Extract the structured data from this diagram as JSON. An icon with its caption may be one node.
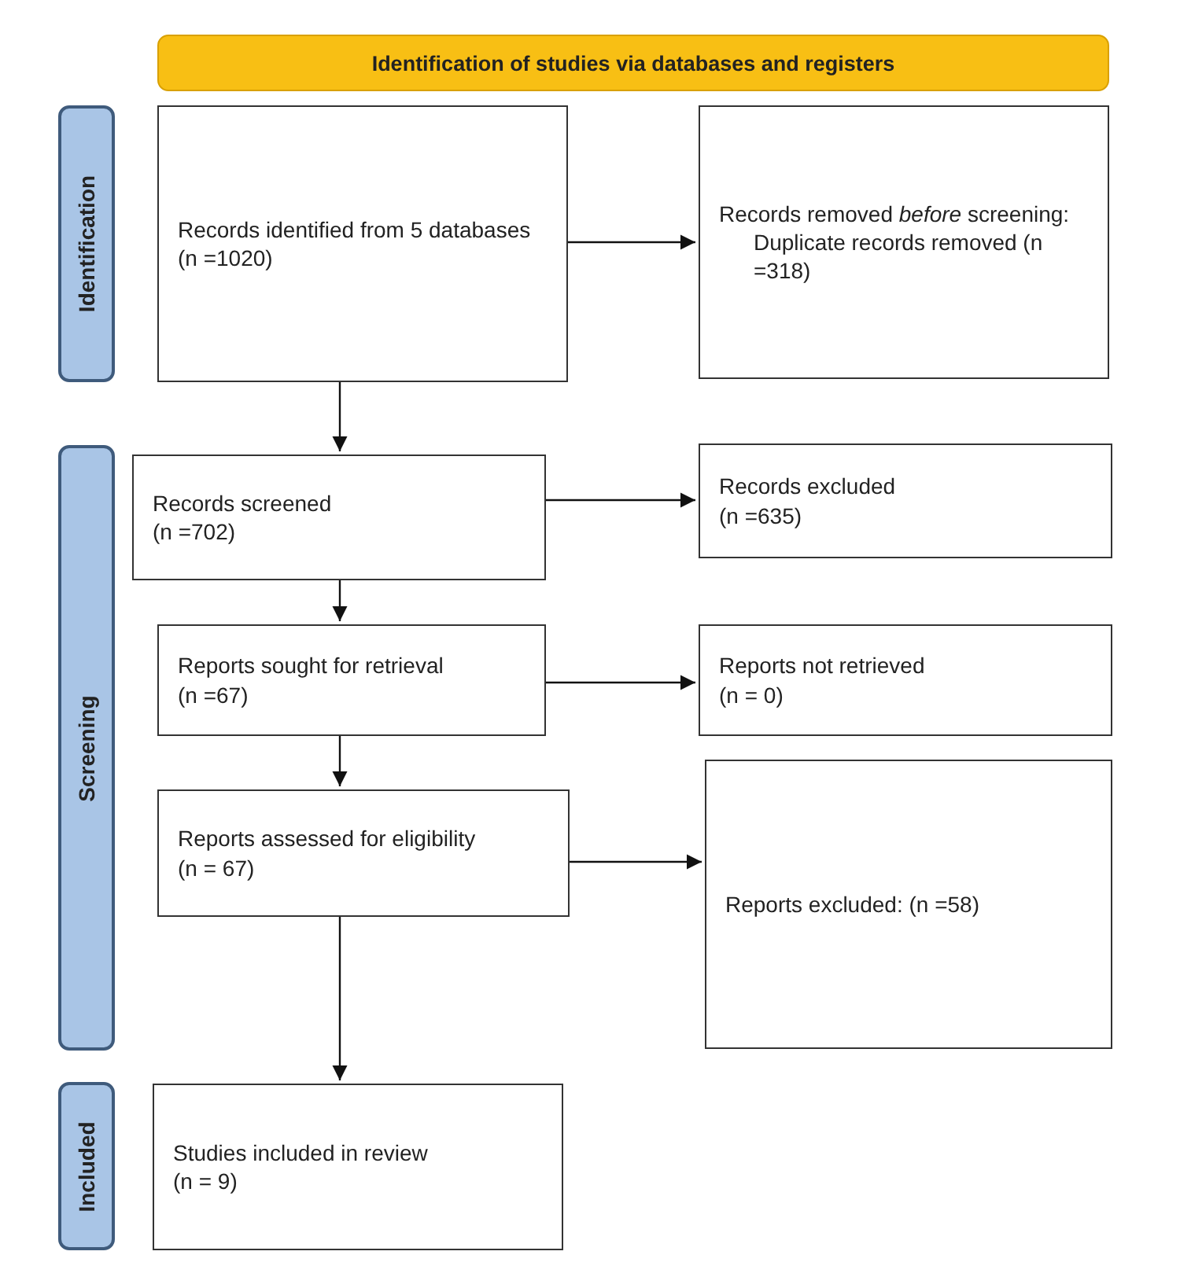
{
  "diagram": {
    "nodes": [
      {
        "text": [
          "Identification of studies via databases and registers"
        ]
      },
      {
        "text": [
          "Identification"
        ]
      },
      {
        "text": [
          "Screening"
        ]
      },
      {
        "text": [
          "Included"
        ]
      },
      {
        "text": [
          "Records identified from 5 databases",
          "(n =1020)"
        ]
      },
      {
        "text": [
          "Records removed *before* screening:",
          "Duplicate records removed (n =318)"
        ]
      },
      {
        "text": [
          "Records screened",
          "(n =702)"
        ]
      },
      {
        "text": [
          "Records excluded",
          "(n =635)"
        ]
      },
      {
        "text": [
          "Reports sought for retrieval",
          "(n =67)"
        ]
      },
      {
        "text": [
          "Reports not retrieved",
          "(n = 0)"
        ]
      },
      {
        "text": [
          "Reports assessed for eligibility",
          "(n = 67)"
        ]
      },
      {
        "text": [
          "Reports excluded: (n =58)"
        ]
      },
      {
        "text": [
          "Studies included in review",
          "(n = 9)"
        ]
      }
    ],
    "edges": [
      {
        "from": 4,
        "to": 5,
        "arrow": "to"
      },
      {
        "from": 4,
        "to": 6,
        "arrow": "to"
      },
      {
        "from": 6,
        "to": 7,
        "arrow": "to"
      },
      {
        "from": 6,
        "to": 8,
        "arrow": "to"
      },
      {
        "from": 8,
        "to": 9,
        "arrow": "to"
      },
      {
        "from": 8,
        "to": 10,
        "arrow": "to"
      },
      {
        "from": 10,
        "to": 11,
        "arrow": "to"
      },
      {
        "from": 10,
        "to": 12,
        "arrow": "to"
      }
    ]
  }
}
